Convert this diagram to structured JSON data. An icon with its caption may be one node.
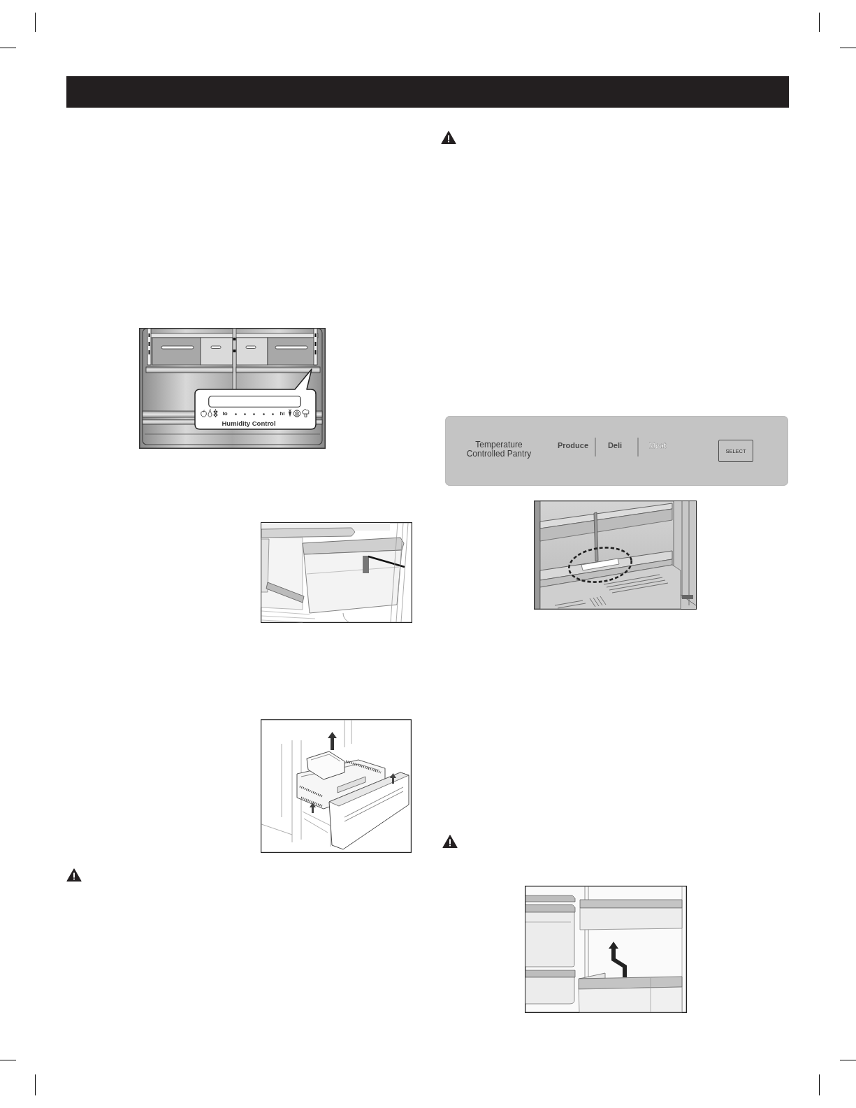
{
  "diagram": {
    "nodes": [
      {
        "text": [
          "lo",
          "hi",
          "Humidity Control"
        ]
      },
      {
        "text": [],
        "shape": "box",
        "in": 0
      },
      {
        "text": [
          "Temperature Controlled Pantry",
          "Produce",
          "Deli",
          "Meat"
        ]
      },
      {
        "text": [
          "SELECT"
        ],
        "in": 2
      }
    ]
  }
}
